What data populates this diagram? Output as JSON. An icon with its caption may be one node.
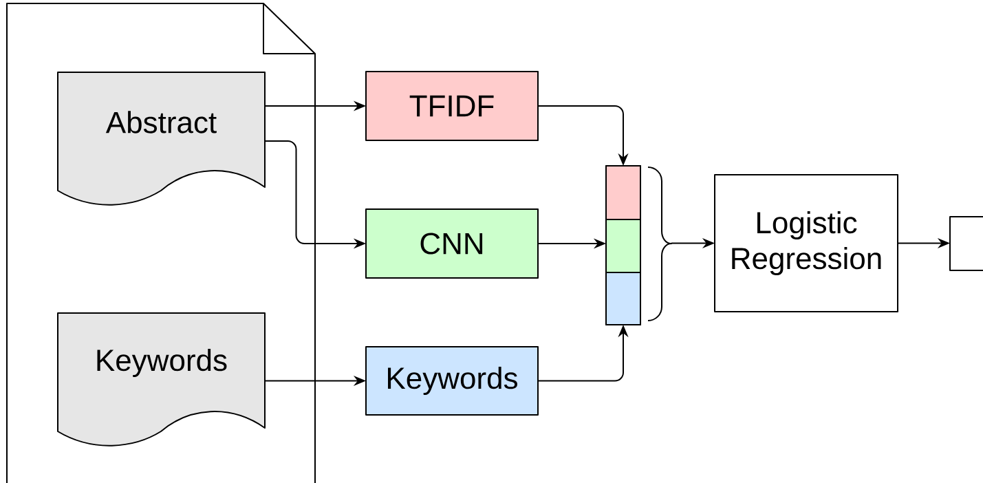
{
  "diagram": {
    "nodes": [
      {
        "text": [],
        "shape": "page"
      },
      {
        "text": [
          "Abstract"
        ],
        "in": 0
      },
      {
        "text": [
          "Keywords"
        ],
        "in": 0
      },
      {
        "text": [
          "TFIDF"
        ]
      },
      {
        "text": [
          "CNN"
        ]
      },
      {
        "text": [
          "Keywords"
        ]
      },
      {
        "text": [],
        "shape": "bar"
      },
      {
        "text": [],
        "shape": "box",
        "in": 6
      },
      {
        "text": [],
        "shape": "box",
        "in": 6
      },
      {
        "text": [],
        "shape": "box",
        "in": 6
      },
      {
        "text": [
          "Logistic Regression"
        ]
      },
      {
        "text": [],
        "shape": "box"
      }
    ],
    "edges": [
      {
        "from": 1,
        "to": 3,
        "arrow": "to"
      },
      {
        "from": 1,
        "to": 4,
        "arrow": "to"
      },
      {
        "from": 2,
        "to": 5,
        "arrow": "to"
      },
      {
        "from": 3,
        "to": 7,
        "arrow": "to"
      },
      {
        "from": 4,
        "to": 8,
        "arrow": "to"
      },
      {
        "from": 5,
        "to": 9,
        "arrow": "to"
      },
      {
        "from": 6,
        "to": 10,
        "arrow": "to"
      },
      {
        "from": 10,
        "to": 11,
        "arrow": "to"
      }
    ]
  }
}
